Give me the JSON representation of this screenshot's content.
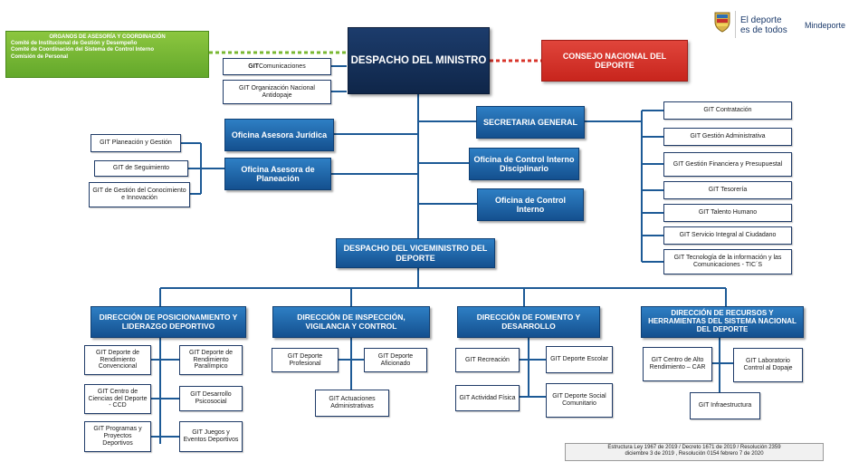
{
  "organos": {
    "title": "ORGANOS DE ASESORÍA Y COORDINACIÓN",
    "lines": [
      "Comité de Institucional de Gestión y Desempeño",
      "Comité de Coordinación del Sistema de Control Interno",
      "Comisión de Personal"
    ]
  },
  "despacho_ministro": "DESPACHO DEL MINISTRO",
  "consejo": "CONSEJO NACIONAL DEL DEPORTE",
  "logo": {
    "slogan_1": "El deporte",
    "slogan_2": "es de todos",
    "brand": "Mindeporte"
  },
  "git_comunicaciones": {
    "bold": "GIT",
    "rest": " Comunicaciones"
  },
  "git_antidopaje": "GIT Organización Nacional Antidopaje",
  "oficina_juridica": "Oficina Asesora Jurídica",
  "oficina_planeacion": "Oficina Asesora de Planeación",
  "planeacion_git": [
    "GIT Planeación y Gestión",
    "GIT de Seguimiento",
    "GIT de Gestión del Conocimiento e Innovación"
  ],
  "secretaria": "SECRETARIA GENERAL",
  "control_disciplinario": "Oficina de Control Interno Disciplinario",
  "control_interno": "Oficina de Control Interno",
  "secretaria_git": [
    "GIT Contratación",
    "GIT Gestión Administrativa",
    "GIT Gestión Financiera y Presupuestal",
    "GIT Tesorería",
    "GIT Talento Humano",
    "GIT Servicio Integral al Ciudadano",
    "GIT Tecnología de la información y las Comunicaciones - TIC´S"
  ],
  "viceministro": "DESPACHO DEL VICEMINISTRO DEL DEPORTE",
  "direcciones": [
    "DIRECCIÓN DE POSICIONAMIENTO Y LIDERAZGO DEPORTIVO",
    "DIRECCIÓN DE INSPECCIÓN, VIGILANCIA Y CONTROL",
    "DIRECCIÓN DE FOMENTO Y DESARROLLO",
    "DIRECCIÓN DE RECURSOS Y HERRAMIENTAS DEL SISTEMA NACIONAL DEL DEPORTE"
  ],
  "posicionamiento_git": [
    "GIT Deporte de Rendimiento Convencional",
    "GIT Deporte de Rendimiento Paralímpico",
    "GIT Centro de Ciencias del Deporte - CCD",
    "GIT Desarrollo Psicosocial",
    "GIT Programas y Proyectos Deportivos",
    "GIT Juegos y Eventos Deportivos"
  ],
  "inspeccion_git": [
    "GIT Deporte Profesional",
    "GIT Deporte Aficionado",
    "GIT Actuaciones Administrativas"
  ],
  "fomento_git": [
    "GIT Recreación",
    "GIT Deporte Escolar",
    "GIT Actividad Física",
    "GIT Deporte Social Comunitario"
  ],
  "recursos_git": [
    "GIT Centro de Alto Rendimiento – CAR",
    "GIT Laboratorio Control al Dopaje",
    "GIT Infraestructura"
  ],
  "footnote": {
    "line1": "Estructura Ley 1967 de 2019 / Decreto 1671 de 2019 / Resolución 2359",
    "line2": "diciembre 3 de 2019 , Resolución 0154 febrero 7 de 2020"
  },
  "colors": {
    "navy": "#0f2649",
    "blue": "#1f66ad",
    "red": "#d8342b",
    "green": "#7ab833",
    "line": "#1d5a96"
  }
}
